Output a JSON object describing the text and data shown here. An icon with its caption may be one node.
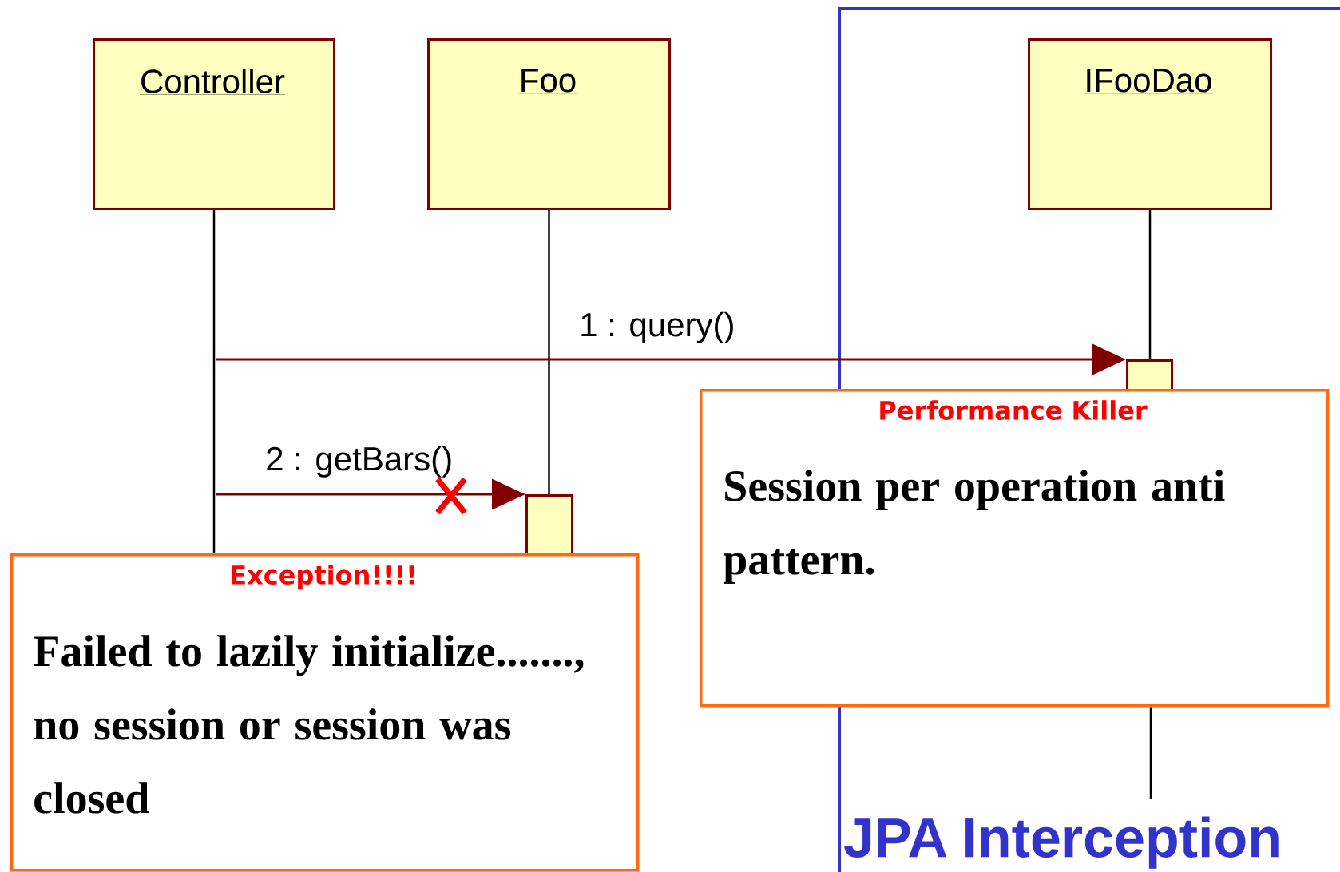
{
  "diagram": {
    "nodes": [
      {
        "text": [
          "Controller"
        ]
      },
      {
        "text": [
          "Foo"
        ]
      },
      {
        "text": [
          "IFooDao"
        ],
        "in": 3
      },
      {
        "text": [
          "JPA Interception"
        ]
      },
      {
        "text": [],
        "shape": "box"
      },
      {
        "text": [],
        "shape": "box",
        "in": 3
      },
      {
        "text": [
          "Exception!!!!",
          "Failed to lazily initialize......., no session or session was closed"
        ]
      },
      {
        "text": [
          "Performance Killer",
          "Session per operation anti pattern."
        ]
      }
    ],
    "edges": [
      {
        "from": 0,
        "to": 6,
        "arrow": "none"
      },
      {
        "from": 1,
        "to": 4,
        "arrow": "none"
      },
      {
        "from": 2,
        "to": 5,
        "arrow": "none"
      },
      {
        "from": 7,
        "to": null,
        "arrow": "none"
      },
      {
        "from": null,
        "to": 5,
        "arrow": "to",
        "label": "1 : query()",
        "color": "#800000"
      },
      {
        "from": null,
        "to": 4,
        "arrow": "to",
        "label": "2 : getBars()",
        "color": "#800000"
      }
    ]
  }
}
